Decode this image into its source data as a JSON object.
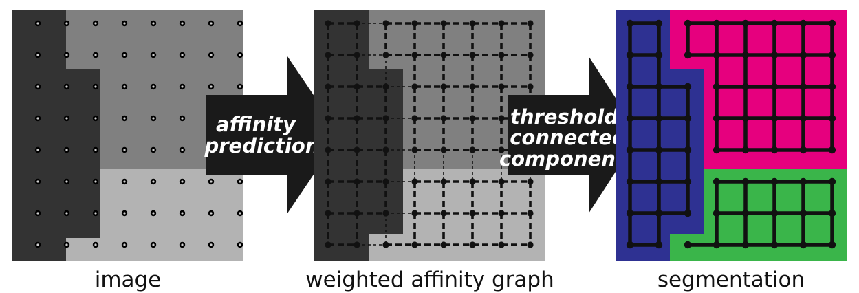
{
  "panels": {
    "image": {
      "caption": "image"
    },
    "graph": {
      "caption": "weighted affinity graph"
    },
    "segmentation": {
      "caption": "segmentation"
    }
  },
  "arrows": {
    "first": {
      "line1": "affinity",
      "line2": "prediction"
    },
    "second": {
      "line1": "threshold,",
      "line2": "connected",
      "line3": "components"
    }
  },
  "colors": {
    "dark_region": "#333333",
    "mid_region": "#808080",
    "light_region": "#b3b3b3",
    "arrow": "#1a1a1a",
    "segment_blue": "#2e3192",
    "segment_magenta": "#e6007e",
    "segment_green": "#3ab54a",
    "node": "#111111"
  }
}
